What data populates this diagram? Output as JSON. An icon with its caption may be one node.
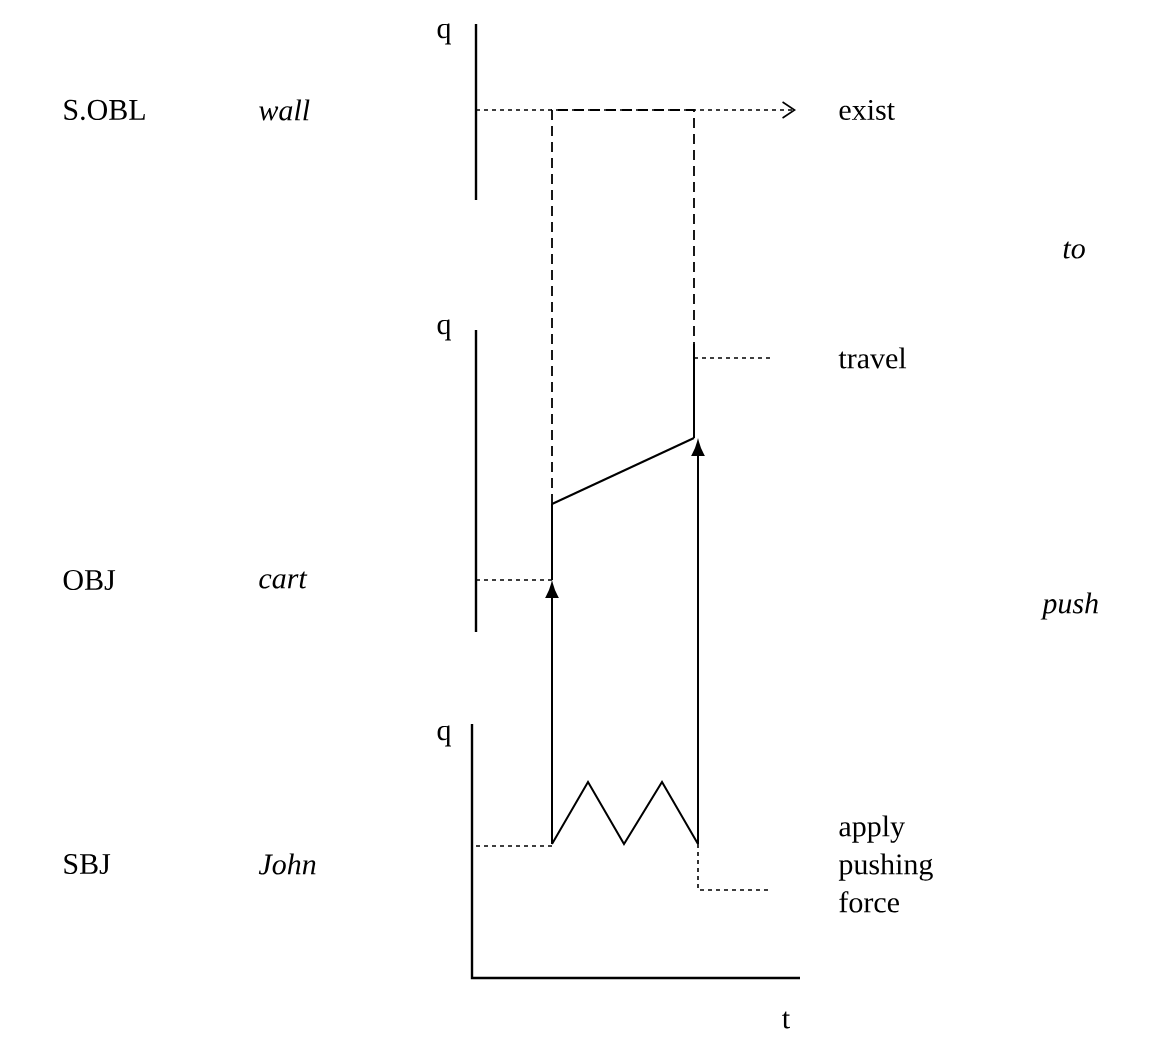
{
  "diagram": {
    "labels": [
      "q",
      "S.OBL",
      "wall",
      "exist",
      "to",
      "q",
      "travel",
      "OBJ",
      "cart",
      "push",
      "q",
      "SBJ",
      "John",
      "apply pushing force",
      "t"
    ]
  }
}
